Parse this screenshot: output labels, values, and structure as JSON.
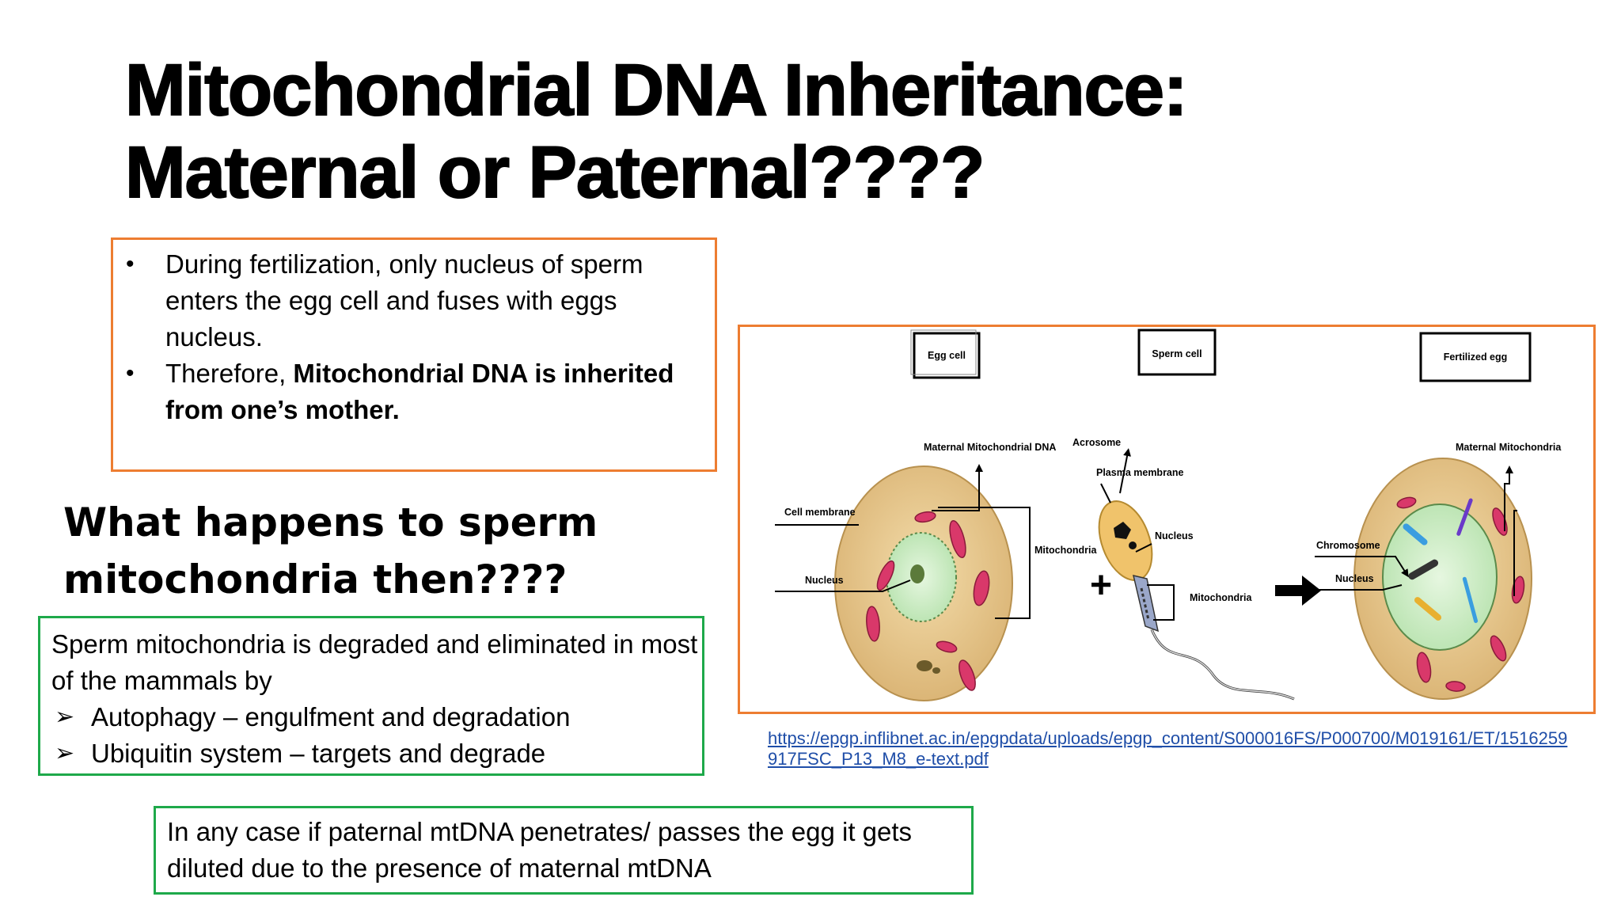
{
  "title": {
    "line1": "Mitochondrial DNA Inheritance:",
    "line2": "Maternal or Paternal????"
  },
  "box1": {
    "bullet1": "During fertilization, only nucleus of sperm enters the egg cell and fuses with eggs nucleus.",
    "bullet2_plain": "Therefore, ",
    "bullet2_bold": "Mitochondrial DNA is inherited from one’s mother."
  },
  "subheading": "What happens to sperm mitochondria then????",
  "box2": {
    "lead": "Sperm mitochondria is degraded and eliminated in most of the mammals by",
    "items": [
      "Autophagy – engulfment and degradation",
      "Ubiquitin system – targets and degrade"
    ]
  },
  "box3": {
    "text": "In any case if paternal mtDNA  penetrates/ passes the egg it gets diluted due to the presence of maternal mtDNA"
  },
  "figure": {
    "header_egg": "Egg cell",
    "header_sperm": "Sperm cell",
    "header_fertilized": "Fertilized egg",
    "label_maternal_mtdna": "Maternal Mitochondrial DNA",
    "label_cell_membrane": "Cell membrane",
    "label_nucleus_egg": "Nucleus",
    "label_mitochondria_egg": "Mitochondria",
    "label_acrosome": "Acrosome",
    "label_plasma_membrane": "Plasma membrane",
    "label_nucleus_sperm": "Nucleus",
    "label_mitochondria_sperm": "Mitochondria",
    "label_maternal_mitochondria": "Maternal Mitochondria",
    "label_chromosome": "Chromosome",
    "label_nucleus_fertilized": "Nucleus",
    "plus_sign": "+"
  },
  "source_link": "https://epgp.inflibnet.ac.in/epgpdata/uploads/epgp_content/S000016FS/P000700/M019161/ET/1516259917FSC_P13_M8_e-text.pdf",
  "colors": {
    "orange_border": "#ed7d31",
    "green_border": "#1ea94a",
    "link": "#1f4ea8",
    "cell_fill": "#e8c98a",
    "nucleus_fill": "#c8ecc0",
    "mitochondria": "#d9386a"
  }
}
